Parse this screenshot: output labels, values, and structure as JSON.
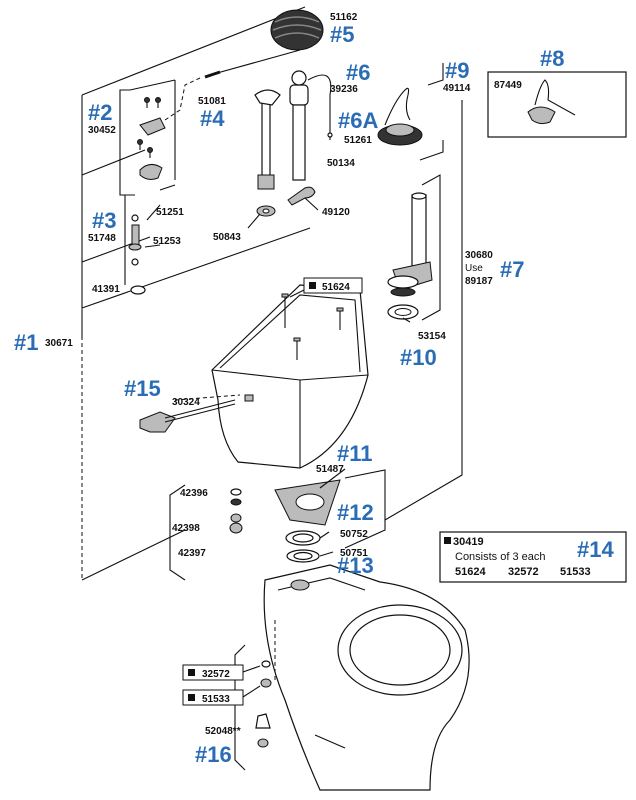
{
  "callouts": {
    "c1": "#1",
    "c2": "#2",
    "c3": "#3",
    "c4": "#4",
    "c5": "#5",
    "c6": "#6",
    "c6a": "#6A",
    "c7": "#7",
    "c8": "#8",
    "c9": "#9",
    "c10": "#10",
    "c11": "#11",
    "c12": "#12",
    "c13": "#13",
    "c14": "#14",
    "c15": "#15",
    "c16": "#16"
  },
  "parts": {
    "p51162": "51162",
    "p51081": "51081",
    "p39236": "39236",
    "p51261": "51261",
    "p50134": "50134",
    "p49120": "49120",
    "p50843": "50843",
    "p49114": "49114",
    "p87449": "87449",
    "p30452": "30452",
    "p51251": "51251",
    "p51748": "51748",
    "p51253": "51253",
    "p41391": "41391",
    "p30671": "30671",
    "p30680": "30680",
    "use": "Use",
    "p89187": "89187",
    "p53154": "53154",
    "p51624": "51624",
    "p30324": "30324",
    "p51487": "51487",
    "p42396": "42396",
    "p42398": "42398",
    "p42397": "42397",
    "p50752": "50752",
    "p50751": "50751",
    "p32572": "32572",
    "p51533": "51533",
    "p52048": "52048**"
  },
  "kit": {
    "id": "30419",
    "desc": "Consists of 3 each",
    "items": [
      "51624",
      "32572",
      "51533"
    ]
  },
  "colors": {
    "callout": "#2a6db5",
    "line": "#111111"
  }
}
